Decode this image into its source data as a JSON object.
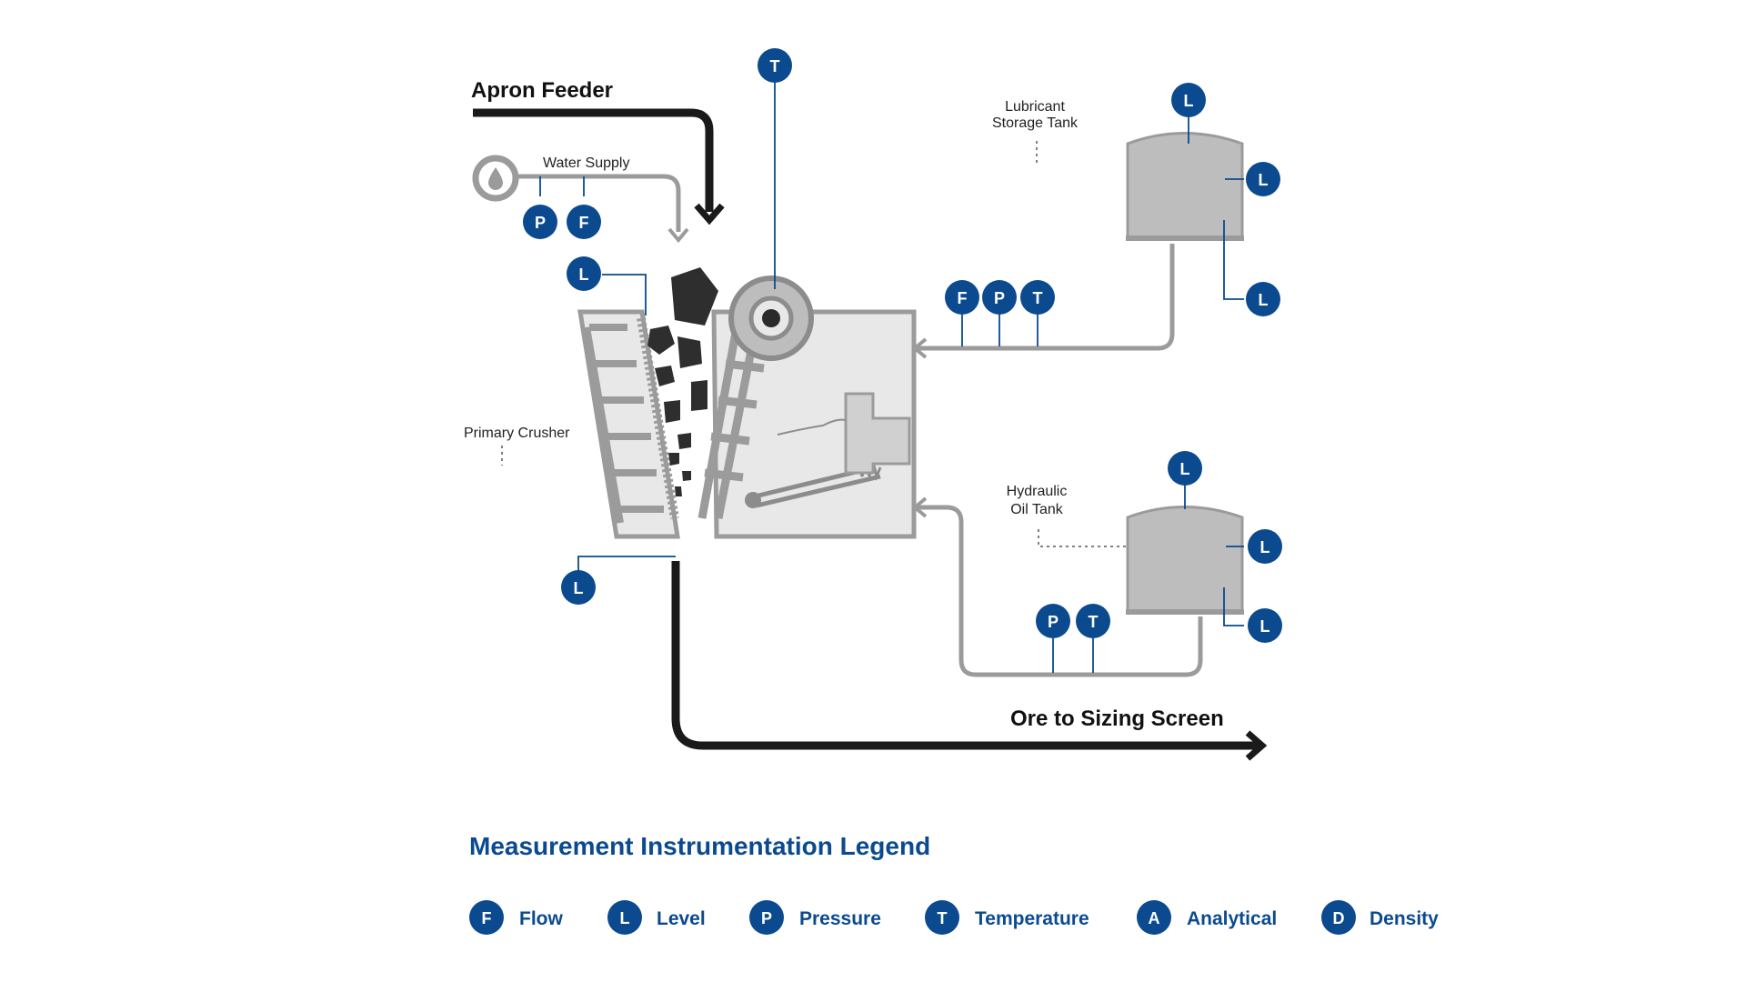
{
  "colors": {
    "badge": "#0b4a8f",
    "pipe": "#9b9b9b",
    "flow_dark": "#1a1a1a",
    "tank": "#bdbdbd",
    "crusher_fill": "#e8e8e8",
    "instrument_line": "#0b4a8f",
    "legend_text": "#0b4a8f"
  },
  "labels": {
    "apron_feeder": "Apron Feeder",
    "water_supply": "Water Supply",
    "lubricant_line1": "Lubricant",
    "lubricant_line2": "Storage Tank",
    "primary_crusher": "Primary Crusher",
    "hydraulic_line1": "Hydraulic",
    "hydraulic_line2": "Oil Tank",
    "ore_to_screen": "Ore to Sizing Screen"
  },
  "icons": {
    "water": "water-drop-icon"
  },
  "instruments": {
    "top_temperature": "T",
    "water_pressure": "P",
    "water_flow": "F",
    "crusher_level_top": "L",
    "crusher_level_bottom": "L",
    "lube_flow": "F",
    "lube_pressure": "P",
    "lube_temperature": "T",
    "lube_tank_level_top": "L",
    "lube_tank_level_mid": "L",
    "lube_tank_level_low": "L",
    "hyd_pressure": "P",
    "hyd_temperature": "T",
    "hyd_tank_level_top": "L",
    "hyd_tank_level_mid": "L",
    "hyd_tank_level_low": "L"
  },
  "legend": {
    "title": "Measurement Instrumentation Legend",
    "items": [
      {
        "letter": "F",
        "label": "Flow"
      },
      {
        "letter": "L",
        "label": "Level"
      },
      {
        "letter": "P",
        "label": "Pressure"
      },
      {
        "letter": "T",
        "label": "Temperature"
      },
      {
        "letter": "A",
        "label": "Analytical"
      },
      {
        "letter": "D",
        "label": "Density"
      }
    ]
  }
}
